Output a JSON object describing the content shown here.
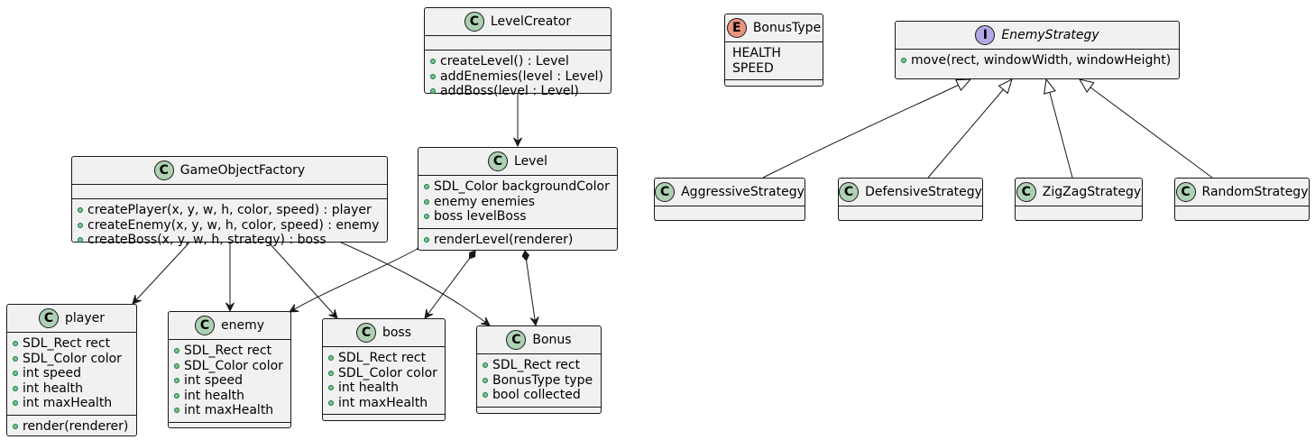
{
  "classes": {
    "levelcreator": {
      "name": "LevelCreator",
      "badge": "C",
      "attributes": [],
      "methods": [
        "createLevel() : Level",
        "addEnemies(level : Level)",
        "addBoss(level : Level)"
      ]
    },
    "bonustype": {
      "name": "BonusType",
      "badge": "E",
      "values": [
        "HEALTH",
        "SPEED"
      ]
    },
    "enemystrategy": {
      "name": "EnemyStrategy",
      "badge": "I",
      "methods": [
        "move(rect, windowWidth, windowHeight)"
      ]
    },
    "gameobjectfactory": {
      "name": "GameObjectFactory",
      "badge": "C",
      "attributes": [],
      "methods": [
        "createPlayer(x, y, w, h, color, speed) : player",
        "createEnemy(x, y, w, h, color, speed) : enemy",
        "createBoss(x, y, w, h, strategy) : boss"
      ]
    },
    "level": {
      "name": "Level",
      "badge": "C",
      "attributes": [
        "SDL_Color backgroundColor",
        "enemy enemies",
        "boss levelBoss"
      ],
      "methods": [
        "renderLevel(renderer)"
      ]
    },
    "aggressivestrategy": {
      "name": "AggressiveStrategy",
      "badge": "C",
      "attributes": [],
      "methods": []
    },
    "defensivestrategy": {
      "name": "DefensiveStrategy",
      "badge": "C",
      "attributes": [],
      "methods": []
    },
    "zigzagstrategy": {
      "name": "ZigZagStrategy",
      "badge": "C",
      "attributes": [],
      "methods": []
    },
    "randomstrategy": {
      "name": "RandomStrategy",
      "badge": "C",
      "attributes": [],
      "methods": []
    },
    "player": {
      "name": "player",
      "badge": "C",
      "attributes": [
        "SDL_Rect rect",
        "SDL_Color color",
        "int speed",
        "int health",
        "int maxHealth"
      ],
      "methods": [
        "render(renderer)"
      ]
    },
    "enemy": {
      "name": "enemy",
      "badge": "C",
      "attributes": [
        "SDL_Rect rect",
        "SDL_Color color",
        "int speed",
        "int health",
        "int maxHealth"
      ],
      "methods": []
    },
    "boss": {
      "name": "boss",
      "badge": "C",
      "attributes": [
        "SDL_Rect rect",
        "SDL_Color color",
        "int health",
        "int maxHealth"
      ],
      "methods": []
    },
    "bonus": {
      "name": "Bonus",
      "badge": "C",
      "attributes": [
        "SDL_Rect rect",
        "BonusType type",
        "bool collected"
      ],
      "methods": []
    }
  },
  "relations": [
    {
      "from": "levelcreator",
      "to": "level",
      "type": "association"
    },
    {
      "from": "gameobjectfactory",
      "to": "player",
      "type": "association"
    },
    {
      "from": "gameobjectfactory",
      "to": "enemy",
      "type": "association"
    },
    {
      "from": "gameobjectfactory",
      "to": "boss",
      "type": "association"
    },
    {
      "from": "gameobjectfactory",
      "to": "bonus",
      "type": "association"
    },
    {
      "from": "level",
      "to": "enemy",
      "type": "composition"
    },
    {
      "from": "level",
      "to": "boss",
      "type": "composition"
    },
    {
      "from": "level",
      "to": "bonus",
      "type": "composition"
    },
    {
      "from": "aggressivestrategy",
      "to": "enemystrategy",
      "type": "realization"
    },
    {
      "from": "defensivestrategy",
      "to": "enemystrategy",
      "type": "realization"
    },
    {
      "from": "zigzagstrategy",
      "to": "enemystrategy",
      "type": "realization"
    },
    {
      "from": "randomstrategy",
      "to": "enemystrategy",
      "type": "realization"
    }
  ],
  "colors": {
    "class_fill": "#f1f1f1",
    "border": "#181818",
    "class_badge": "#add1b2",
    "enum_badge": "#eb937f",
    "interface_badge": "#b4a7e5",
    "public_marker": "#84be84"
  }
}
